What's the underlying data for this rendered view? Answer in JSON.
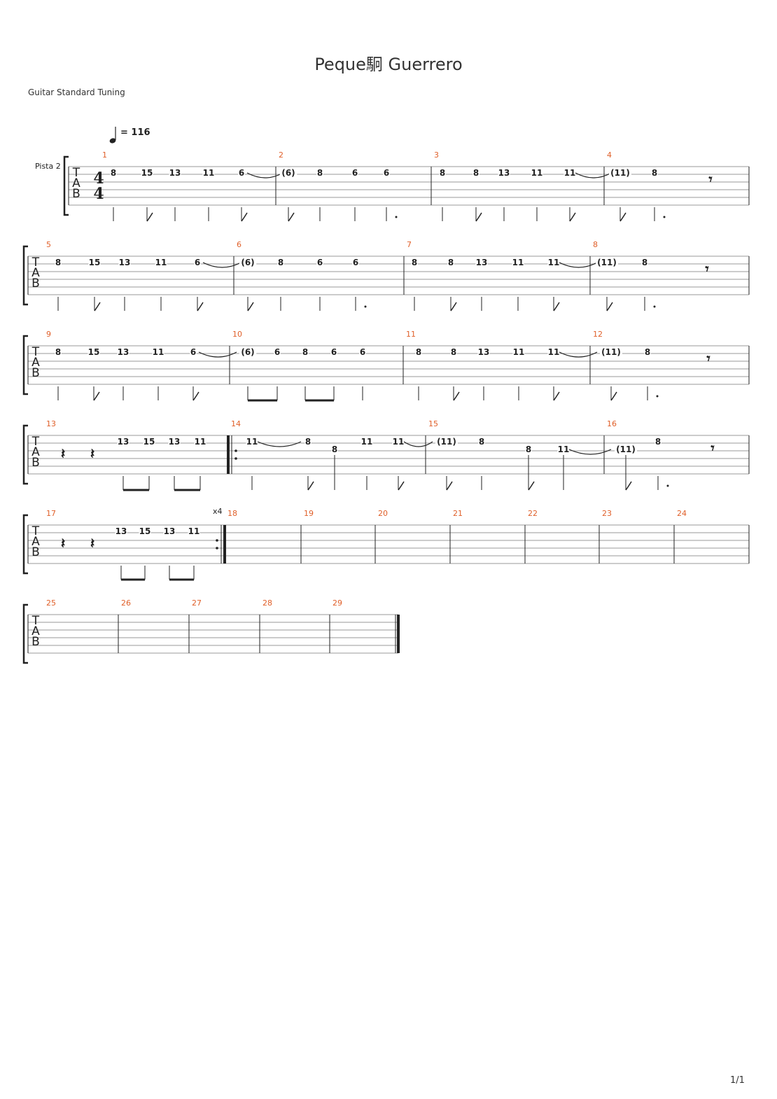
{
  "title": "Peque駉 Guerrero",
  "tuning": "Guitar Standard Tuning",
  "track_name": "Pista 2",
  "tempo": "= 116",
  "time_signature": [
    "4",
    "4"
  ],
  "tab_letters": [
    "T",
    "A",
    "B"
  ],
  "repeat_count": "x4",
  "page_number": "1/1",
  "colors": {
    "measure_number": "#e0602a",
    "staff_line": "#999999",
    "ink": "#222222"
  },
  "systems": [
    {
      "measures": [
        {
          "number": "1",
          "events": [
            {
              "fret": "8",
              "dur": "q"
            },
            {
              "fret": "15",
              "dur": "e"
            },
            {
              "fret": "13",
              "dur": "q"
            },
            {
              "fret": "11",
              "dur": "q"
            },
            {
              "fret": "6",
              "dur": "e",
              "tie": true
            }
          ]
        },
        {
          "number": "2",
          "events": [
            {
              "fret": "(6)",
              "dur": "e"
            },
            {
              "fret": "8",
              "dur": "q"
            },
            {
              "fret": "6",
              "dur": "q"
            },
            {
              "fret": "6",
              "dur": "q.",
              "dot": true
            }
          ]
        },
        {
          "number": "3",
          "events": [
            {
              "fret": "8",
              "dur": "q"
            },
            {
              "fret": "8",
              "dur": "e"
            },
            {
              "fret": "13",
              "dur": "q"
            },
            {
              "fret": "11",
              "dur": "q"
            },
            {
              "fret": "11",
              "dur": "e",
              "tie": true
            }
          ]
        },
        {
          "number": "4",
          "events": [
            {
              "fret": "(11)",
              "dur": "e"
            },
            {
              "fret": "8",
              "dur": "q.",
              "dot": true
            },
            {
              "rest": "eighth"
            }
          ]
        }
      ]
    },
    {
      "measures": [
        {
          "number": "5",
          "events": [
            {
              "fret": "8",
              "dur": "q"
            },
            {
              "fret": "15",
              "dur": "e"
            },
            {
              "fret": "13",
              "dur": "q"
            },
            {
              "fret": "11",
              "dur": "q"
            },
            {
              "fret": "6",
              "dur": "e",
              "tie": true
            }
          ]
        },
        {
          "number": "6",
          "events": [
            {
              "fret": "(6)",
              "dur": "e"
            },
            {
              "fret": "8",
              "dur": "q"
            },
            {
              "fret": "6",
              "dur": "q"
            },
            {
              "fret": "6",
              "dur": "q.",
              "dot": true
            }
          ]
        },
        {
          "number": "7",
          "events": [
            {
              "fret": "8",
              "dur": "q"
            },
            {
              "fret": "8",
              "dur": "e"
            },
            {
              "fret": "13",
              "dur": "q"
            },
            {
              "fret": "11",
              "dur": "q"
            },
            {
              "fret": "11",
              "dur": "e",
              "tie": true
            }
          ]
        },
        {
          "number": "8",
          "events": [
            {
              "fret": "(11)",
              "dur": "e"
            },
            {
              "fret": "8",
              "dur": "q.",
              "dot": true
            },
            {
              "rest": "eighth"
            }
          ]
        }
      ]
    },
    {
      "measures": [
        {
          "number": "9",
          "events": [
            {
              "fret": "8",
              "dur": "q"
            },
            {
              "fret": "15",
              "dur": "e"
            },
            {
              "fret": "13",
              "dur": "q"
            },
            {
              "fret": "11",
              "dur": "q"
            },
            {
              "fret": "6",
              "dur": "e",
              "tie": true
            }
          ]
        },
        {
          "number": "10",
          "events": [
            {
              "fret": "(6)",
              "dur": "b"
            },
            {
              "fret": "6",
              "dur": "b"
            },
            {
              "fret": "8",
              "dur": "b"
            },
            {
              "fret": "6",
              "dur": "b"
            },
            {
              "fret": "6",
              "dur": "q"
            }
          ]
        },
        {
          "number": "11",
          "events": [
            {
              "fret": "8",
              "dur": "q"
            },
            {
              "fret": "8",
              "dur": "e"
            },
            {
              "fret": "13",
              "dur": "q"
            },
            {
              "fret": "11",
              "dur": "q"
            },
            {
              "fret": "11",
              "dur": "e",
              "tie": true
            }
          ]
        },
        {
          "number": "12",
          "events": [
            {
              "fret": "(11)",
              "dur": "e"
            },
            {
              "fret": "8",
              "dur": "q.",
              "dot": true
            },
            {
              "rest": "eighth"
            }
          ]
        }
      ]
    },
    {
      "measures": [
        {
          "number": "13",
          "events": [
            {
              "rest": "quarter"
            },
            {
              "rest": "quarter"
            },
            {
              "fret": "13",
              "dur": "b"
            },
            {
              "fret": "15",
              "dur": "b"
            },
            {
              "fret": "13",
              "dur": "b"
            },
            {
              "fret": "11",
              "dur": "b"
            }
          ]
        },
        {
          "number": "14",
          "repeat_start": true,
          "events": [
            {
              "fret": "11",
              "dur": "b",
              "tie": true
            },
            {
              "fret": "8",
              "dur": "e"
            },
            {
              "fret": "8",
              "dur": "q",
              "row": 1
            },
            {
              "fret": "11",
              "dur": "q"
            },
            {
              "fret": "11",
              "dur": "e",
              "tie": true
            }
          ]
        },
        {
          "number": "15",
          "events": [
            {
              "fret": "(11)",
              "dur": "e"
            },
            {
              "fret": "8",
              "dur": "q"
            },
            {
              "fret": "8",
              "dur": "e",
              "row": 1
            },
            {
              "fret": "11",
              "dur": "q",
              "row": 1,
              "tie": true
            }
          ]
        },
        {
          "number": "16",
          "events": [
            {
              "fret": "(11)",
              "dur": "e",
              "row": 1
            },
            {
              "fret": "8",
              "dur": "q.",
              "dot": true
            },
            {
              "rest": "eighth"
            }
          ]
        }
      ]
    },
    {
      "measures": [
        {
          "number": "17",
          "repeat_end": true,
          "events": [
            {
              "rest": "quarter"
            },
            {
              "rest": "quarter"
            },
            {
              "fret": "13",
              "dur": "b"
            },
            {
              "fret": "15",
              "dur": "b"
            },
            {
              "fret": "13",
              "dur": "b"
            },
            {
              "fret": "11",
              "dur": "b"
            }
          ]
        },
        {
          "number": "18",
          "events": []
        },
        {
          "number": "19",
          "events": []
        },
        {
          "number": "20",
          "events": []
        },
        {
          "number": "21",
          "events": []
        },
        {
          "number": "22",
          "events": []
        },
        {
          "number": "23",
          "events": []
        },
        {
          "number": "24",
          "events": []
        }
      ]
    },
    {
      "measures": [
        {
          "number": "25",
          "events": []
        },
        {
          "number": "26",
          "events": []
        },
        {
          "number": "27",
          "events": []
        },
        {
          "number": "28",
          "events": []
        },
        {
          "number": "29",
          "events": [],
          "final": true
        }
      ]
    }
  ]
}
